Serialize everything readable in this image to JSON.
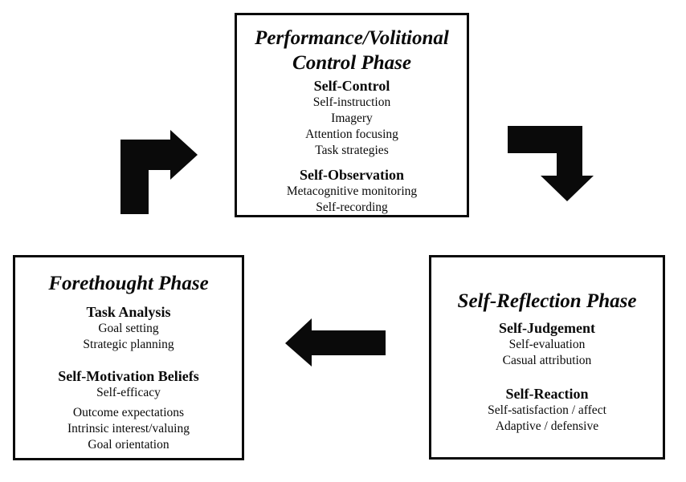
{
  "colors": {
    "ink": "#0a0a0a",
    "background": "#ffffff"
  },
  "diagram": {
    "boxes": [
      {
        "id": "performance-volitional-control",
        "title_lines": [
          "Performance/Volitional",
          "Control Phase"
        ],
        "sections": [
          {
            "heading": "Self-Control",
            "items": [
              "Self-instruction",
              "Imagery",
              "Attention focusing",
              "Task strategies"
            ]
          },
          {
            "heading": "Self-Observation",
            "items": [
              "Metacognitive monitoring",
              "Self-recording"
            ]
          }
        ]
      },
      {
        "id": "forethought",
        "title_lines": [
          "Forethought Phase"
        ],
        "sections": [
          {
            "heading": "Task Analysis",
            "items": [
              "Goal setting",
              "Strategic planning"
            ]
          },
          {
            "heading": "Self-Motivation Beliefs",
            "items": [
              "Self-efficacy",
              "Outcome expectations",
              "Intrinsic interest/valuing",
              "Goal orientation"
            ]
          }
        ]
      },
      {
        "id": "self-reflection",
        "title_lines": [
          "Self-Reflection Phase"
        ],
        "sections": [
          {
            "heading": "Self-Judgement",
            "items": [
              "Self-evaluation",
              "Casual attribution"
            ]
          },
          {
            "heading": "Self-Reaction",
            "items": [
              "Self-satisfaction / affect",
              "Adaptive / defensive"
            ]
          }
        ]
      }
    ],
    "arrows": [
      {
        "name": "forethought-to-performance",
        "shape": "elbow-up-right"
      },
      {
        "name": "performance-to-reflection",
        "shape": "elbow-right-down"
      },
      {
        "name": "reflection-to-forethought",
        "shape": "straight-left"
      }
    ]
  }
}
